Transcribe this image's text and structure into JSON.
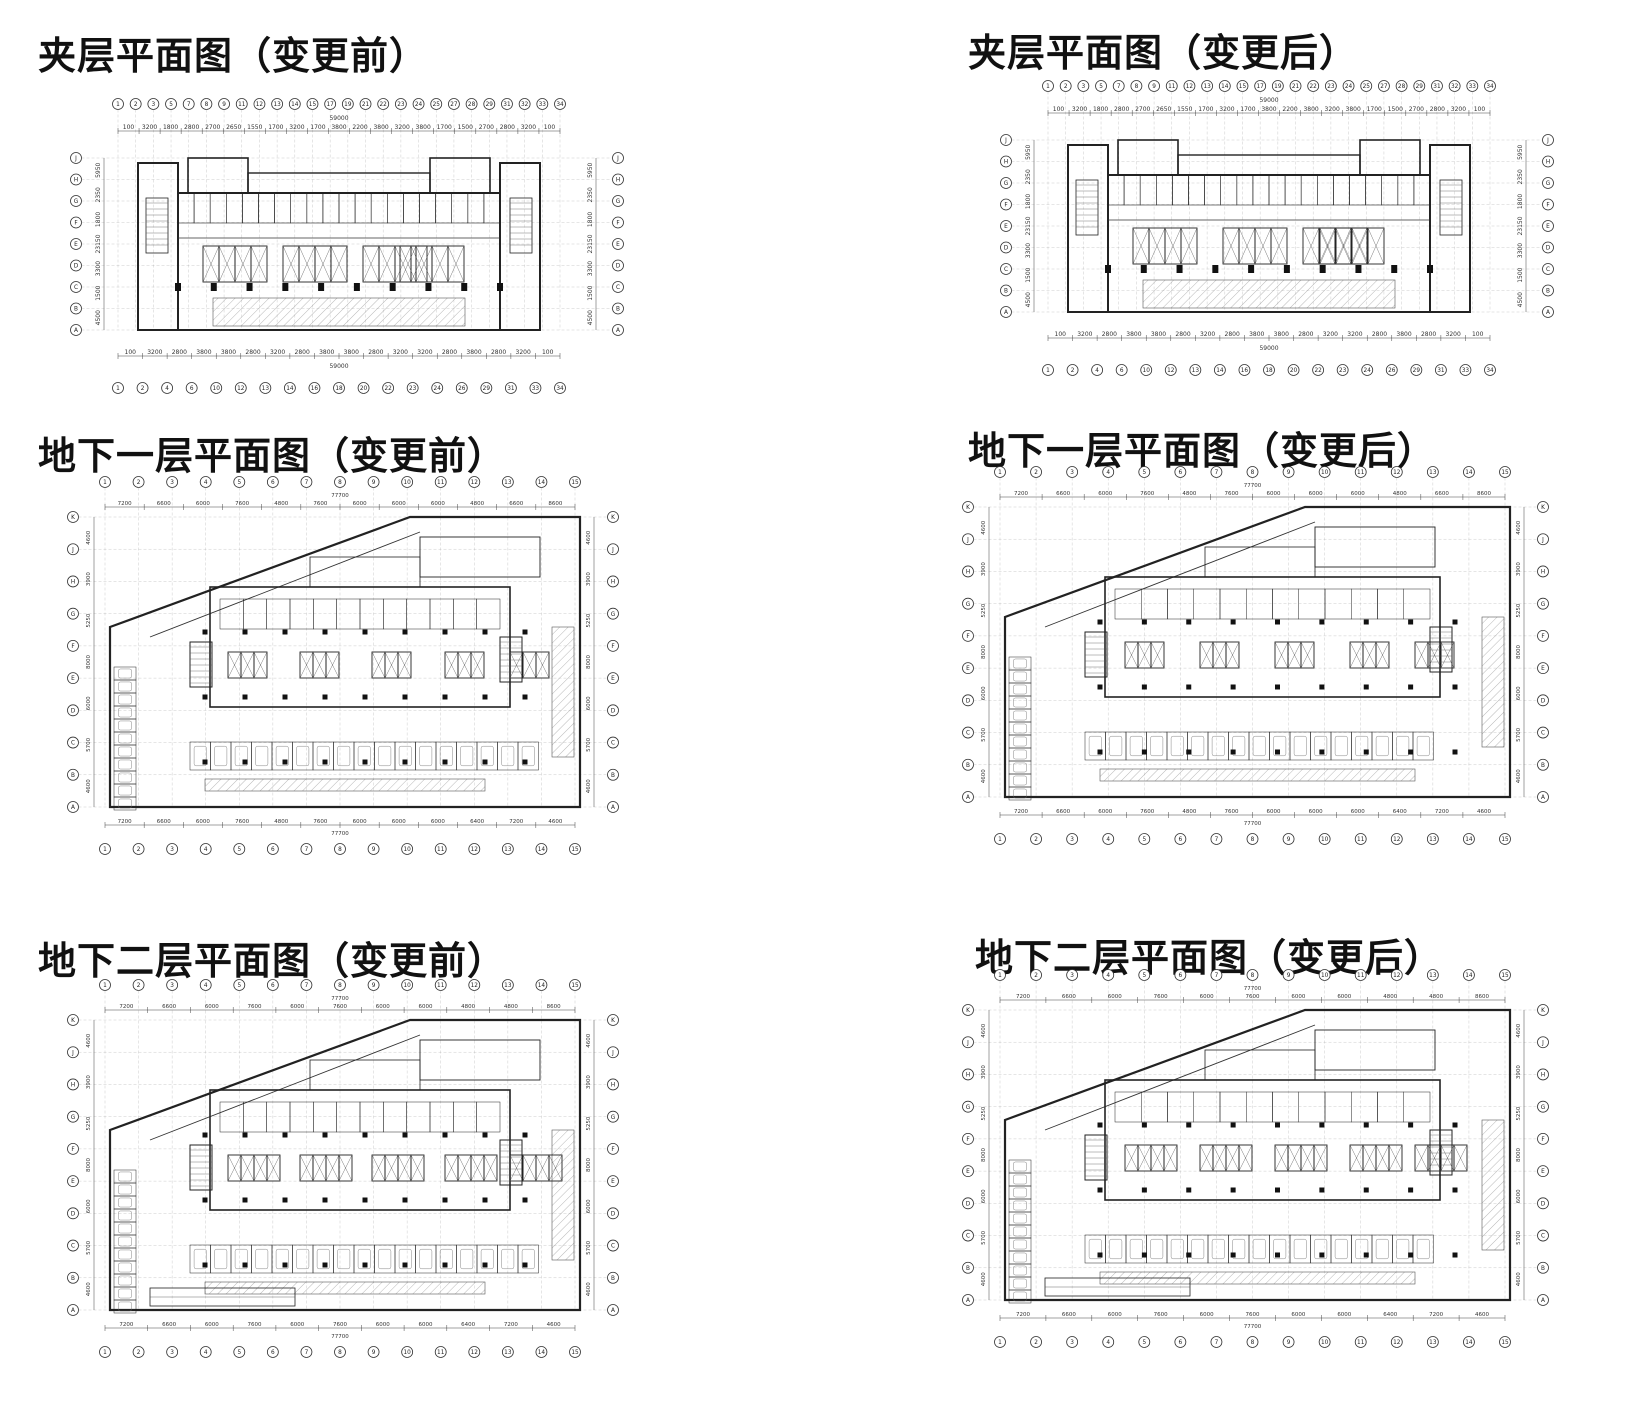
{
  "panels": [
    {
      "title": "夹层平面图（变更前）",
      "kind": "mezz",
      "top_numbers": [
        "1",
        "2",
        "3",
        "5",
        "7",
        "8",
        "9",
        "11",
        "12",
        "13",
        "14",
        "15",
        "17",
        "19",
        "21",
        "22",
        "23",
        "24",
        "25",
        "27",
        "28",
        "29",
        "31",
        "32",
        "33",
        "34"
      ],
      "top_dims": [
        "100",
        "3200",
        "1800",
        "2800",
        "2700",
        "2650",
        "1550",
        "1700",
        "3200",
        "1700",
        "3800",
        "2200",
        "3800",
        "3200",
        "3800",
        "1700",
        "1500",
        "2700",
        "2800",
        "3200",
        "100"
      ],
      "bottom_numbers": [
        "1",
        "2",
        "4",
        "6",
        "10",
        "12",
        "13",
        "14",
        "16",
        "18",
        "20",
        "22",
        "23",
        "24",
        "26",
        "29",
        "31",
        "33",
        "34"
      ],
      "bottom_dims": [
        "100",
        "3200",
        "2800",
        "3800",
        "3800",
        "2800",
        "3200",
        "2800",
        "3800",
        "3800",
        "2800",
        "3200",
        "3200",
        "2800",
        "3800",
        "2800",
        "3200",
        "100"
      ],
      "total_dim": "59000",
      "row_letters": [
        "J",
        "H",
        "G",
        "F",
        "E",
        "D",
        "C",
        "B",
        "A"
      ],
      "left_dims": [
        "5950",
        "2350",
        "1800",
        "23150",
        "3300",
        "1500",
        "4500"
      ]
    },
    {
      "title": "夹层平面图（变更后）",
      "kind": "mezz",
      "top_numbers": [
        "1",
        "2",
        "3",
        "5",
        "7",
        "8",
        "9",
        "11",
        "12",
        "13",
        "14",
        "15",
        "17",
        "19",
        "21",
        "22",
        "23",
        "24",
        "25",
        "27",
        "28",
        "29",
        "31",
        "32",
        "33",
        "34"
      ],
      "top_dims": [
        "100",
        "3200",
        "1800",
        "2800",
        "2700",
        "2650",
        "1550",
        "1700",
        "3200",
        "1700",
        "3800",
        "2200",
        "3800",
        "3200",
        "3800",
        "1700",
        "1500",
        "2700",
        "2800",
        "3200",
        "100"
      ],
      "bottom_numbers": [
        "1",
        "2",
        "4",
        "6",
        "10",
        "12",
        "13",
        "14",
        "16",
        "18",
        "20",
        "22",
        "23",
        "24",
        "26",
        "29",
        "31",
        "33",
        "34"
      ],
      "bottom_dims": [
        "100",
        "3200",
        "2800",
        "3800",
        "3800",
        "2800",
        "3200",
        "2800",
        "3800",
        "3800",
        "2800",
        "3200",
        "3200",
        "2800",
        "3800",
        "2800",
        "3200",
        "100"
      ],
      "total_dim": "59000",
      "row_letters": [
        "J",
        "H",
        "G",
        "F",
        "E",
        "D",
        "C",
        "B",
        "A"
      ],
      "left_dims": [
        "5950",
        "2350",
        "1800",
        "23150",
        "3300",
        "1500",
        "4500"
      ]
    },
    {
      "title": "地下一层平面图（变更前）",
      "kind": "b1",
      "top_numbers": [
        "1",
        "2",
        "3",
        "4",
        "5",
        "6",
        "7",
        "8",
        "9",
        "10",
        "11",
        "12",
        "13",
        "14",
        "15"
      ],
      "top_dims": [
        "7200",
        "6600",
        "6000",
        "7600",
        "4800",
        "7600",
        "6000",
        "6000",
        "6000",
        "4800",
        "6600",
        "8600"
      ],
      "bottom_numbers": [
        "1",
        "2",
        "3",
        "4",
        "5",
        "6",
        "7",
        "8",
        "9",
        "10",
        "11",
        "12",
        "13",
        "14",
        "15"
      ],
      "bottom_dims": [
        "7200",
        "6600",
        "6000",
        "7600",
        "4800",
        "7600",
        "6000",
        "6000",
        "6000",
        "6400",
        "7200",
        "4600"
      ],
      "total_dim": "77700",
      "row_letters": [
        "K",
        "J",
        "H",
        "G",
        "F",
        "E",
        "D",
        "C",
        "B",
        "A"
      ],
      "left_dims": [
        "4600",
        "3900",
        "5250",
        "8000",
        "6000",
        "5700",
        "4600"
      ]
    },
    {
      "title": "地下一层平面图（变更后）",
      "kind": "b1",
      "top_numbers": [
        "1",
        "2",
        "3",
        "4",
        "5",
        "6",
        "7",
        "8",
        "9",
        "10",
        "11",
        "12",
        "13",
        "14",
        "15"
      ],
      "top_dims": [
        "7200",
        "6600",
        "6000",
        "7600",
        "4800",
        "7600",
        "6000",
        "6000",
        "6000",
        "4800",
        "6600",
        "8600"
      ],
      "bottom_numbers": [
        "1",
        "2",
        "3",
        "4",
        "5",
        "6",
        "7",
        "8",
        "9",
        "10",
        "11",
        "12",
        "13",
        "14",
        "15"
      ],
      "bottom_dims": [
        "7200",
        "6600",
        "6000",
        "7600",
        "4800",
        "7600",
        "6000",
        "6000",
        "6000",
        "6400",
        "7200",
        "4600"
      ],
      "total_dim": "77700",
      "row_letters": [
        "K",
        "J",
        "H",
        "G",
        "F",
        "E",
        "D",
        "C",
        "B",
        "A"
      ],
      "left_dims": [
        "4600",
        "3900",
        "5250",
        "8000",
        "6000",
        "5700",
        "4600"
      ]
    },
    {
      "title": "地下二层平面图（变更前）",
      "kind": "b2",
      "top_numbers": [
        "1",
        "2",
        "3",
        "4",
        "5",
        "6",
        "7",
        "8",
        "9",
        "10",
        "11",
        "12",
        "13",
        "14",
        "15"
      ],
      "top_dims": [
        "7200",
        "6600",
        "6000",
        "7600",
        "6000",
        "7600",
        "6000",
        "6000",
        "4800",
        "4800",
        "8600"
      ],
      "bottom_numbers": [
        "1",
        "2",
        "3",
        "4",
        "5",
        "6",
        "7",
        "8",
        "9",
        "10",
        "11",
        "12",
        "13",
        "14",
        "15"
      ],
      "bottom_dims": [
        "7200",
        "6600",
        "6000",
        "7600",
        "6000",
        "7600",
        "6000",
        "6000",
        "6400",
        "7200",
        "4600"
      ],
      "total_dim": "77700",
      "row_letters": [
        "K",
        "J",
        "H",
        "G",
        "F",
        "E",
        "D",
        "C",
        "B",
        "A"
      ],
      "left_dims": [
        "4600",
        "3900",
        "5250",
        "8000",
        "6000",
        "5700",
        "4600"
      ]
    },
    {
      "title": "地下二层平面图（变更后）",
      "kind": "b2",
      "top_numbers": [
        "1",
        "2",
        "3",
        "4",
        "5",
        "6",
        "7",
        "8",
        "9",
        "10",
        "11",
        "12",
        "13",
        "14",
        "15"
      ],
      "top_dims": [
        "7200",
        "6600",
        "6000",
        "7600",
        "6000",
        "7600",
        "6000",
        "6000",
        "4800",
        "4800",
        "8600"
      ],
      "bottom_numbers": [
        "1",
        "2",
        "3",
        "4",
        "5",
        "6",
        "7",
        "8",
        "9",
        "10",
        "11",
        "12",
        "13",
        "14",
        "15"
      ],
      "bottom_dims": [
        "7200",
        "6600",
        "6000",
        "7600",
        "6000",
        "7600",
        "6000",
        "6000",
        "6400",
        "7200",
        "4600"
      ],
      "total_dim": "77700",
      "row_letters": [
        "K",
        "J",
        "H",
        "G",
        "F",
        "E",
        "D",
        "C",
        "B",
        "A"
      ],
      "left_dims": [
        "4600",
        "3900",
        "5250",
        "8000",
        "6000",
        "5700",
        "4600"
      ]
    }
  ]
}
